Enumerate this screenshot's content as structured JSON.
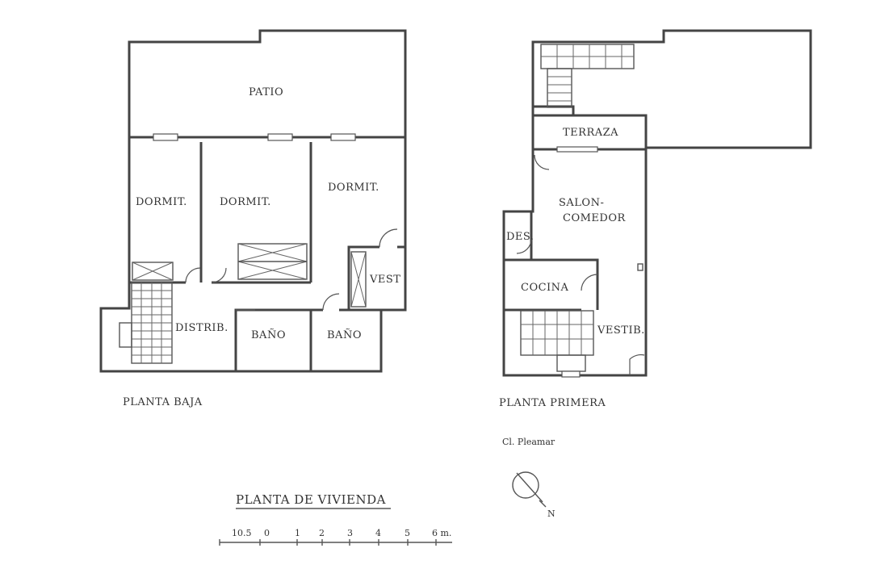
{
  "ground_floor": {
    "caption": "PLANTA BAJA",
    "rooms": {
      "patio": "PATIO",
      "dormit_1": "DORMIT.",
      "dormit_2": "DORMIT.",
      "dormit_3": "DORMIT.",
      "vest": "VEST",
      "distrib": "DISTRIB.",
      "bano_1": "BAÑO",
      "bano_2": "BAÑO"
    }
  },
  "first_floor": {
    "caption": "PLANTA PRIMERA",
    "street": "Cl. Pleamar",
    "rooms": {
      "terraza": "TERRAZA",
      "salon_line1": "SALON-",
      "salon_line2": "COMEDOR",
      "des": "DES.",
      "cocina": "COCINA",
      "vestib": "VESTIB."
    }
  },
  "title": "PLANTA DE VIVIENDA",
  "scale_bar": {
    "labels": [
      "10.5",
      "0",
      "1",
      "2",
      "3",
      "4",
      "5",
      "6 m."
    ]
  },
  "north": {
    "label": "N"
  }
}
